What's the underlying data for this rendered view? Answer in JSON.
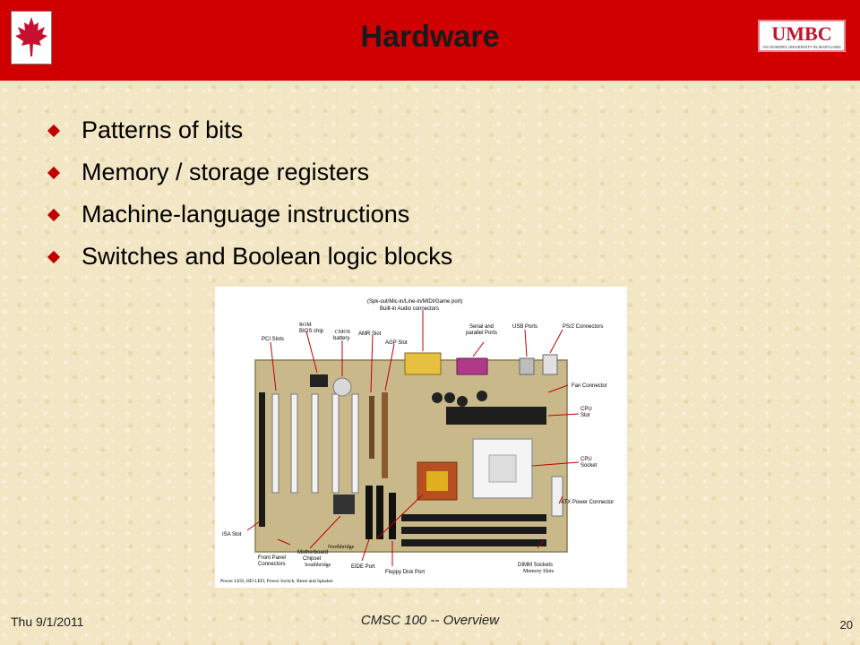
{
  "slide": {
    "title": "Hardware",
    "bullets": [
      "Patterns of bits",
      "Memory / storage registers",
      "Machine-language instructions",
      "Switches and Boolean logic blocks"
    ]
  },
  "logo": {
    "text": "UMBC",
    "tagline": "AN HONORS UNIVERSITY IN MARYLAND"
  },
  "figure": {
    "labels": {
      "audio_ports": "(Spk-out/Mic-in/Line-in/MIDI/Game port)",
      "audio": "Built-in Audio connectors",
      "rom": "ROM",
      "bios": "BIOS chip",
      "cmos": "CMOS",
      "battery": "battery",
      "pci": "PCI Slots",
      "amr": "AMR Slot",
      "agp": "AGP Slot",
      "serial": "Serial and",
      "parallel": "parallel Ports",
      "usb": "USB Ports",
      "ps2": "PS/2 Connectors",
      "fan": "Fan Connector",
      "cpu_slot_1": "CPU",
      "cpu_slot_2": "Slot",
      "cpu_socket_1": "CPU",
      "cpu_socket_2": "Socket",
      "atx": "ATX Power Connector",
      "isa": "ISA Slot",
      "northbridge": "Northbridge",
      "motherboard": "Motherboard",
      "chipset": "Chipset",
      "southbridge": "Southbridge",
      "front_panel": "Front Panel",
      "connectors": "Connectors",
      "eide": "EIDE Port",
      "floppy": "Floppy Disk Port",
      "dimm": "DIMM Sockets",
      "memory_slots": "Memory Slots",
      "power_line": "Power LED, HD LED, Power Switch, Reset and Speaker"
    }
  },
  "footer": {
    "date": "Thu 9/1/2011",
    "course": "CMSC 100 -- Overview",
    "page": "20"
  },
  "colors": {
    "header": "#d00000",
    "bullet": "#c00000",
    "background": "#f3e6c4"
  }
}
